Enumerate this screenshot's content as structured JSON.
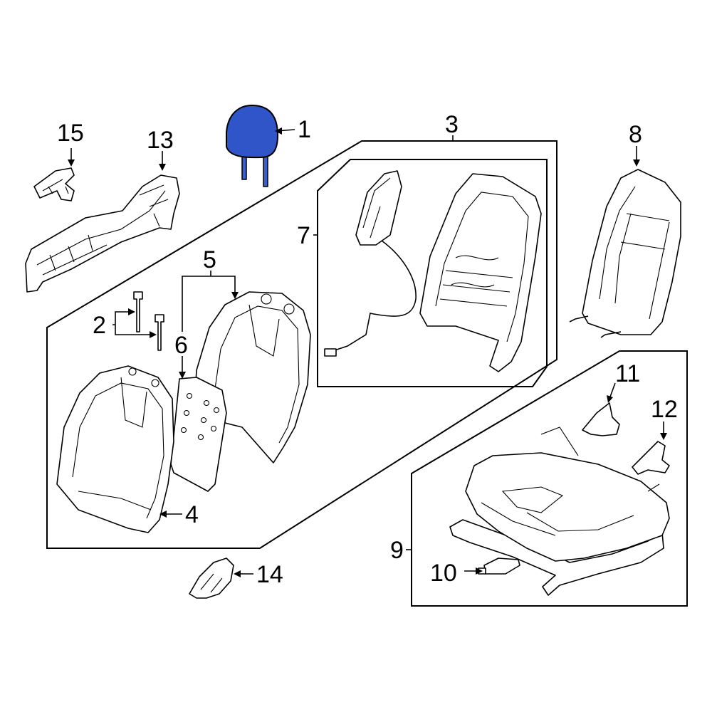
{
  "colors": {
    "highlight": "#2f55c8",
    "line": "#000000",
    "background": "#ffffff"
  },
  "callouts": {
    "headrest": "1",
    "pins": "2",
    "back_frame_assy": "3",
    "back_cover": "4",
    "back_pad": "5",
    "back_insert": "6",
    "side_airbag": "7",
    "back_panel": "8",
    "cushion_assy": "9",
    "module": "10",
    "bracket_11": "11",
    "bracket_12": "12",
    "side_shield": "13",
    "knob": "14",
    "cover_15": "15"
  }
}
